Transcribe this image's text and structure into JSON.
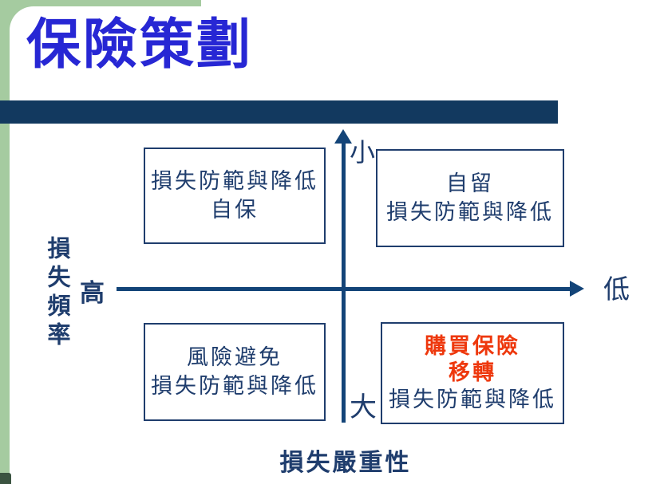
{
  "slide_title": "保險策劃",
  "colors": {
    "title_blue": "#2727d4",
    "navy_bar": "#12395f",
    "axis_navy": "#134478",
    "text_navy": "#1f3d6d",
    "highlight_red": "#ee380d",
    "accent_green": "#a5cba0",
    "corner_dark_green": "#3b5441"
  },
  "diagram": {
    "y_axis": {
      "title": "損失頻率",
      "top_end_label": "小",
      "bottom_end_label": "大",
      "origin_label": "高"
    },
    "x_axis": {
      "title": "損失嚴重性",
      "right_end_label": "低"
    },
    "quadrants": {
      "top_left": {
        "lines": [
          "損失防範與降低",
          "自保"
        ]
      },
      "top_right": {
        "lines": [
          "自留",
          "損失防範與降低"
        ]
      },
      "bottom_left": {
        "lines": [
          "風險避免",
          "損失防範與降低"
        ]
      },
      "bottom_right": {
        "highlight_lines": [
          "購買保險",
          "移轉"
        ],
        "lines": [
          "損失防範與降低"
        ]
      }
    }
  }
}
